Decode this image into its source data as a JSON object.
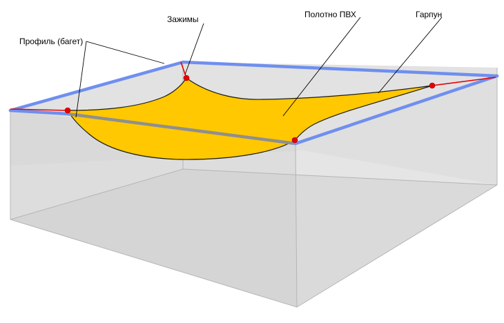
{
  "labels": {
    "profile": "Профиль (багет)",
    "clamps": "Зажимы",
    "canvas": "Полотно ПВХ",
    "harpoon": "Гарпун"
  },
  "colors": {
    "background": "#ffffff",
    "room_wall_fill": "#d9d9d9",
    "room_floor_fill": "#c4c4c4",
    "room_edge": "#b3b3b3",
    "profile_blue": "#6f8fef",
    "profile_gray": "#8f8f8f",
    "canvas_fill": "#ffc800",
    "canvas_stroke": "#1a1a1a",
    "harpoon_red": "#e60000",
    "leader_line": "#000000"
  }
}
